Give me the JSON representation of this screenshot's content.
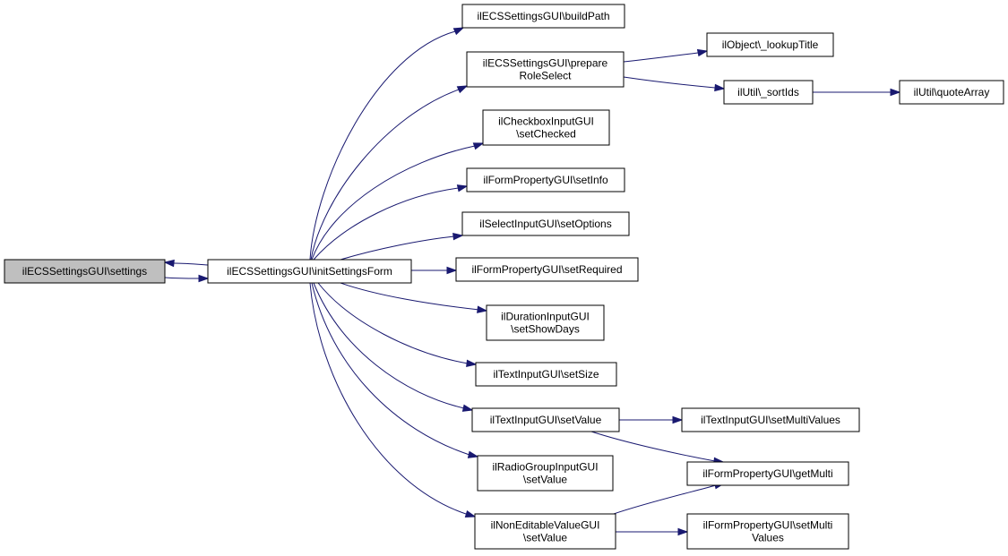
{
  "colors": {
    "edge": "#191970",
    "node_fill": "#ffffff",
    "node_border": "#000000",
    "highlight_fill": "#bfbfbf"
  },
  "nodes": {
    "settings": {
      "lines": [
        "ilECSSettingsGUI\\settings"
      ],
      "highlight": true
    },
    "initSettingsForm": {
      "lines": [
        "ilECSSettingsGUI\\initSettingsForm"
      ]
    },
    "buildPath": {
      "lines": [
        "ilECSSettingsGUI\\buildPath"
      ]
    },
    "prepareRoleSelect": {
      "lines": [
        "ilECSSettingsGUI\\prepare",
        "RoleSelect"
      ]
    },
    "lookupTitle": {
      "lines": [
        "ilObject\\_lookupTitle"
      ]
    },
    "sortIds": {
      "lines": [
        "ilUtil\\_sortIds"
      ]
    },
    "quoteArray": {
      "lines": [
        "ilUtil\\quoteArray"
      ]
    },
    "setChecked": {
      "lines": [
        "ilCheckboxInputGUI",
        "\\setChecked"
      ]
    },
    "setInfo": {
      "lines": [
        "ilFormPropertyGUI\\setInfo"
      ]
    },
    "setOptions": {
      "lines": [
        "ilSelectInputGUI\\setOptions"
      ]
    },
    "setRequired": {
      "lines": [
        "ilFormPropertyGUI\\setRequired"
      ]
    },
    "setShowDays": {
      "lines": [
        "ilDurationInputGUI",
        "\\setShowDays"
      ]
    },
    "setSize": {
      "lines": [
        "ilTextInputGUI\\setSize"
      ]
    },
    "textSetValue": {
      "lines": [
        "ilTextInputGUI\\setValue"
      ]
    },
    "setMultiValues": {
      "lines": [
        "ilTextInputGUI\\setMultiValues"
      ]
    },
    "getMulti": {
      "lines": [
        "ilFormPropertyGUI\\getMulti"
      ]
    },
    "radioSetValue": {
      "lines": [
        "ilRadioGroupInputGUI",
        "\\setValue"
      ]
    },
    "nonEditSetValue": {
      "lines": [
        "ilNonEditableValueGUI",
        "\\setValue"
      ]
    },
    "setMulti": {
      "lines": [
        "ilFormPropertyGUI\\setMulti",
        "Values"
      ]
    }
  },
  "edges": [
    [
      "settings",
      "initSettingsForm"
    ],
    [
      "initSettingsForm",
      "settings"
    ],
    [
      "initSettingsForm",
      "buildPath"
    ],
    [
      "initSettingsForm",
      "prepareRoleSelect"
    ],
    [
      "initSettingsForm",
      "setChecked"
    ],
    [
      "initSettingsForm",
      "setInfo"
    ],
    [
      "initSettingsForm",
      "setOptions"
    ],
    [
      "initSettingsForm",
      "setRequired"
    ],
    [
      "initSettingsForm",
      "setShowDays"
    ],
    [
      "initSettingsForm",
      "setSize"
    ],
    [
      "initSettingsForm",
      "textSetValue"
    ],
    [
      "initSettingsForm",
      "radioSetValue"
    ],
    [
      "initSettingsForm",
      "nonEditSetValue"
    ],
    [
      "prepareRoleSelect",
      "lookupTitle"
    ],
    [
      "prepareRoleSelect",
      "sortIds"
    ],
    [
      "sortIds",
      "quoteArray"
    ],
    [
      "textSetValue",
      "setMultiValues"
    ],
    [
      "textSetValue",
      "getMulti"
    ],
    [
      "nonEditSetValue",
      "getMulti"
    ],
    [
      "nonEditSetValue",
      "setMulti"
    ]
  ]
}
